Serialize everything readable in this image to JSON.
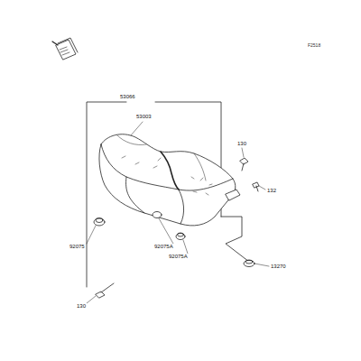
{
  "diagram": {
    "labels": [
      "F2518",
      "53066",
      "53003",
      "130",
      "132",
      "92075",
      "92075A",
      "92075A",
      "130",
      "13270"
    ]
  }
}
